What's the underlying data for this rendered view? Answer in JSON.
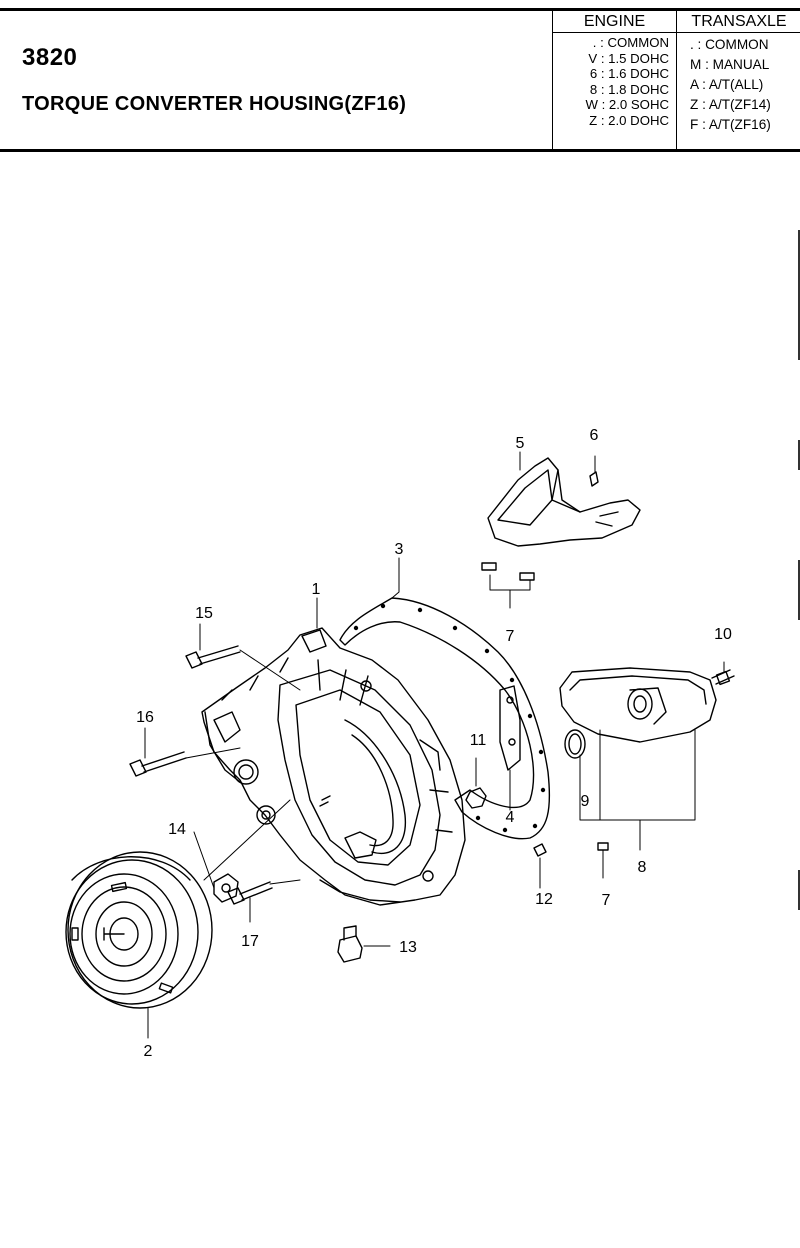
{
  "header": {
    "code": "3820",
    "title": "TORQUE CONVERTER HOUSING(ZF16)",
    "engine": {
      "heading": "ENGINE",
      "items": [
        ". : COMMON",
        "V : 1.5 DOHC",
        "6 : 1.6 DOHC",
        "8 : 1.8 DOHC",
        "W : 2.0 SOHC",
        "Z : 2.0 DOHC"
      ]
    },
    "transaxle": {
      "heading": "TRANSAXLE",
      "items": [
        ". : COMMON",
        "M : MANUAL",
        "A : A/T(ALL)",
        "Z : A/T(ZF14)",
        "F : A/T(ZF16)"
      ]
    }
  },
  "callouts": [
    "1",
    "2",
    "3",
    "4",
    "5",
    "6",
    "7",
    "7",
    "8",
    "9",
    "10",
    "11",
    "12",
    "13",
    "14",
    "15",
    "16",
    "17"
  ]
}
